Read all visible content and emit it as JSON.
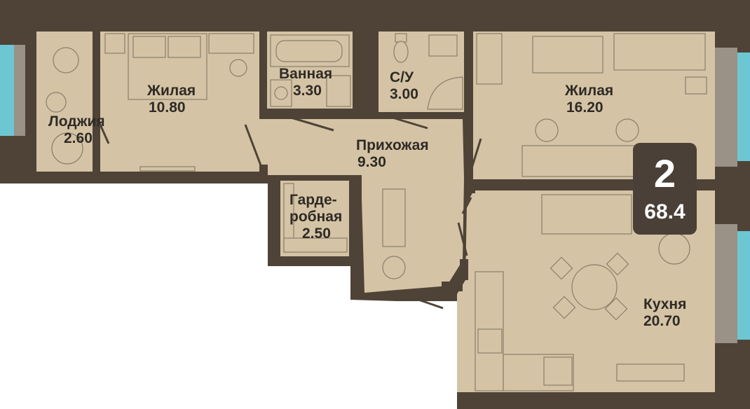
{
  "plan": {
    "rooms_count": "2",
    "total_area": "68.4",
    "rooms": [
      {
        "id": "loggia",
        "name_lines": [
          "Лоджия"
        ],
        "area": "2.60"
      },
      {
        "id": "bedroom",
        "name_lines": [
          "Жилая"
        ],
        "area": "10.80"
      },
      {
        "id": "bathroom",
        "name_lines": [
          "Ванная"
        ],
        "area": "3.30"
      },
      {
        "id": "wc",
        "name_lines": [
          "С/У"
        ],
        "area": "3.00"
      },
      {
        "id": "living",
        "name_lines": [
          "Жилая"
        ],
        "area": "16.20"
      },
      {
        "id": "hallway",
        "name_lines": [
          "Прихожая"
        ],
        "area": "9.30"
      },
      {
        "id": "wardrobe",
        "name_lines": [
          "Гарде-",
          "робная"
        ],
        "area": "2.50"
      },
      {
        "id": "kitchen",
        "name_lines": [
          "Кухня"
        ],
        "area": "20.70"
      }
    ],
    "colors": {
      "floor": "#d4c4a5",
      "wall": "#4f4338",
      "window_glass": "#6cc7d3",
      "window_frame": "#9a9187",
      "furniture": "#c9b894",
      "furniture_line": "#8b7e6a",
      "badge": "#4a4037"
    }
  }
}
